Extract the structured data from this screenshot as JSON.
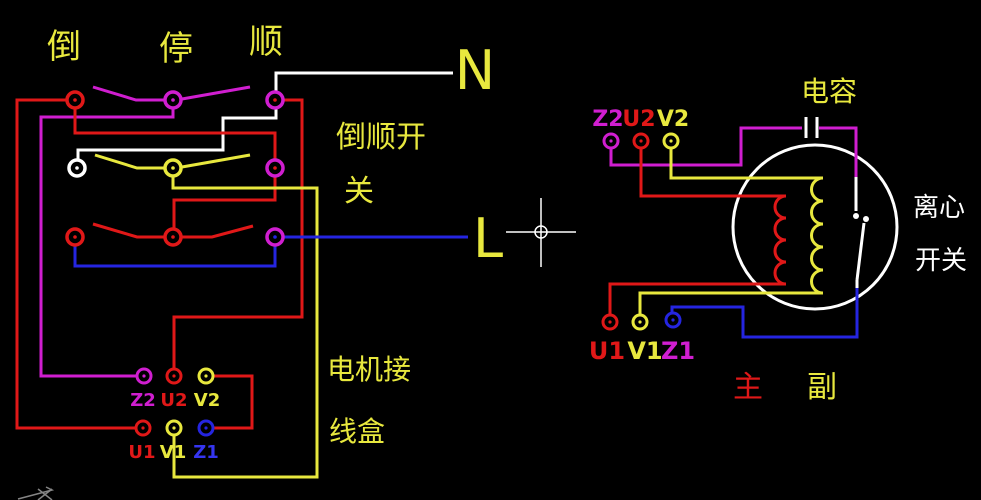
{
  "palette": {
    "background": "#000000",
    "yellow": "#e8e83e",
    "red": "#e01818",
    "magenta": "#d01ed0",
    "blue": "#2525e0",
    "white": "#ffffff"
  },
  "reversing_switch": {
    "position_reverse": "倒",
    "position_stop": "停",
    "position_forward": "顺",
    "title_line1": "倒顺开",
    "title_line2": "关"
  },
  "power": {
    "neutral": "N",
    "live": "L"
  },
  "terminal_box": {
    "title_line1": "电机接",
    "title_line2": "线盒",
    "top_terminals": [
      "Z2",
      "U2",
      "V2"
    ],
    "bottom_terminals": [
      "U1",
      "V1",
      "Z1"
    ]
  },
  "motor": {
    "capacitor": "电容",
    "centrifugal_line1": "离心",
    "centrifugal_line2": "开关",
    "top_terminals": [
      "Z2",
      "U2",
      "V2"
    ],
    "bottom_terminals": [
      "U1",
      "V1",
      "Z1"
    ],
    "main_label": "主",
    "aux_label": "副"
  }
}
